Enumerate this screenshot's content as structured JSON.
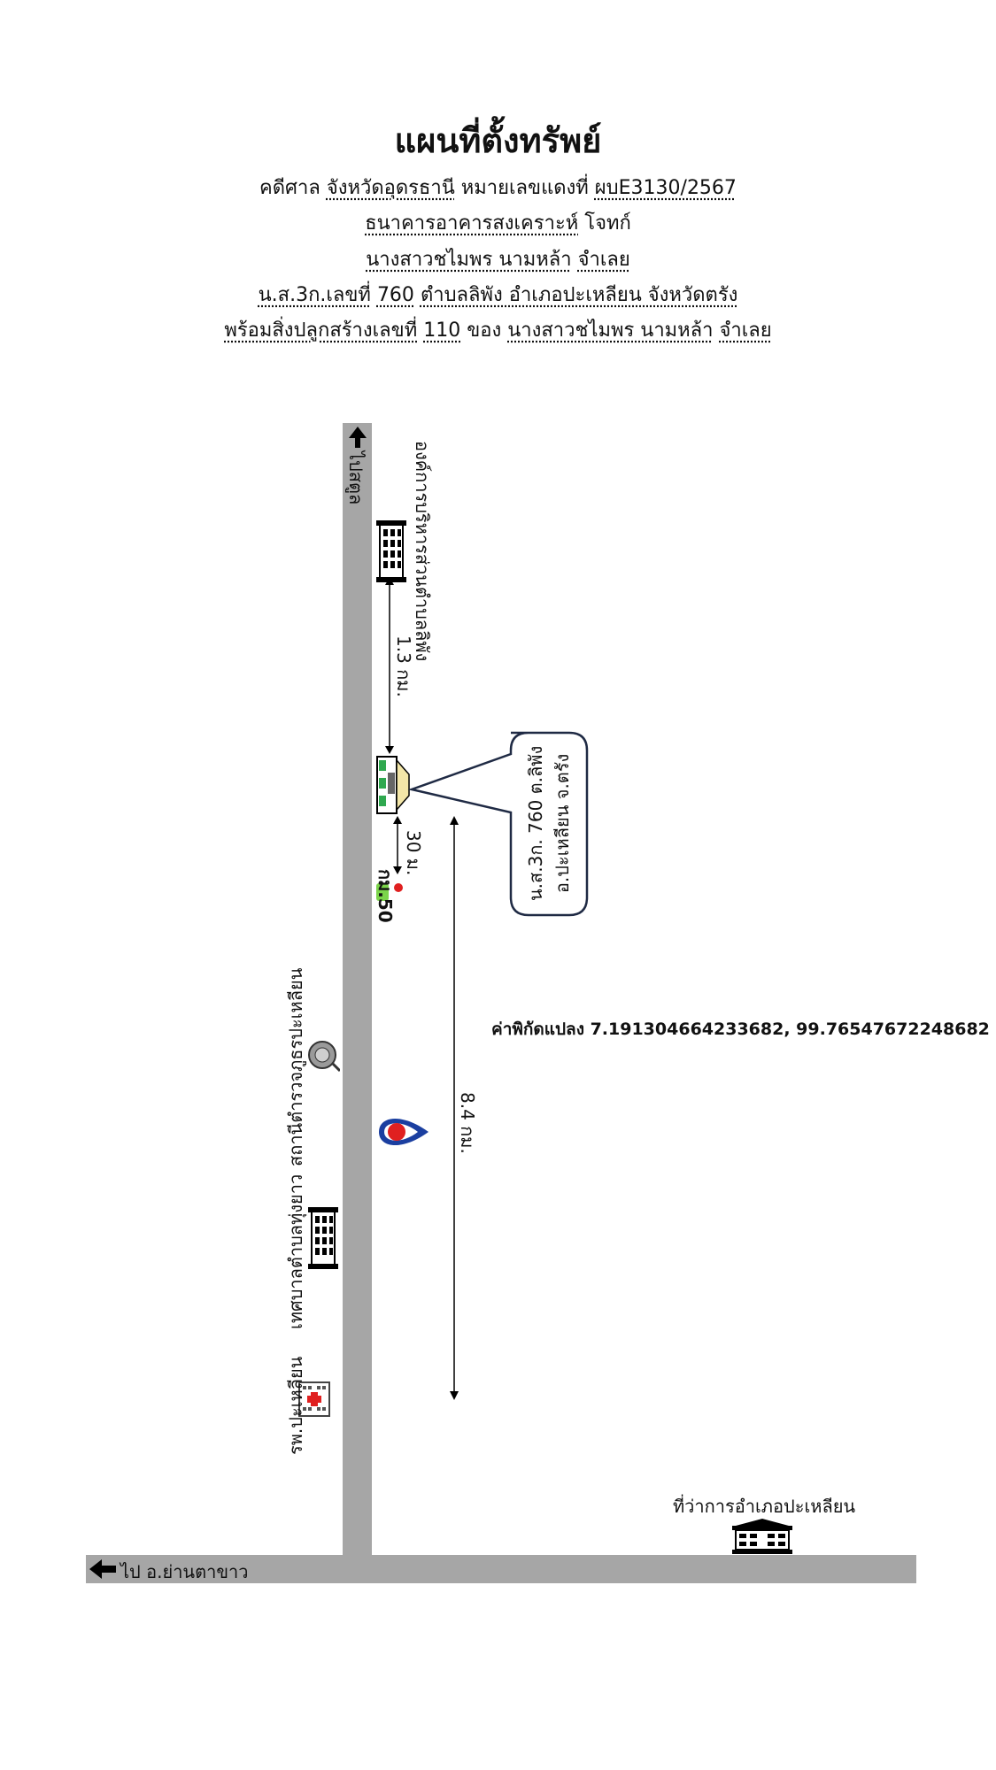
{
  "header": {
    "title": "แผนที่ตั้งทรัพย์",
    "line1": {
      "prefix": "คดีศาล",
      "court": "จังหวัดอุดรธานี",
      "mid": "หมายเลขแดงที่",
      "case_no": "ผบE3130/2567"
    },
    "line2": {
      "plaintiff": "ธนาคารอาคารสงเคราะห์",
      "role": "โจทก์"
    },
    "line3": {
      "defendant": "นางสาวชไมพร นามหล้า",
      "role": "จำเลย"
    },
    "line4": {
      "prefix": "น.ส.3ก.เลขที่",
      "deed_no": "760",
      "location": "ตำบลลิพัง  อำเภอปะเหลียน  จังหวัดตรัง"
    },
    "line5": {
      "prefix": "พร้อมสิ่งปลูกสร้างเลขที่",
      "house_no": "110",
      "owner_prefix": "ของ",
      "owner": "นางสาวชไมพร นามหล้า",
      "role": "จำเลย"
    }
  },
  "map": {
    "road_top_label": "ไปสตูล",
    "road_left_label": "ไป อ.ย่านตาขาว",
    "landmarks": {
      "sao_office": "องค์การบริหารส่วนตำบลลิพัง",
      "police": "สถานีตำรวจภูธรปะเหลียน",
      "municipality": "เทศบาลตำบลทุ่งยาว",
      "hospital": "รพ.ปะเหลียน",
      "district_office": "ที่ว่าการอำเภอปะเหลียน",
      "km_marker": "กม.50"
    },
    "distances": {
      "to_sao": "1.3 กม.",
      "to_km_marker": "30 ม.",
      "to_district": "8.4 กม."
    },
    "callout": {
      "line1": "น.ส.3ก. 760 ต.ลิพัง",
      "line2": "อ.ปะเหลียน จ.ตรัง"
    },
    "coordinates": "ค่าพิกัดแปลง 7.191304664233682, 99.76547672248682"
  },
  "icons": {
    "arrow_up": "arrow-up-icon",
    "arrow_left": "arrow-left-icon",
    "building": "building-icon",
    "house": "house-icon",
    "police": "police-emblem-icon",
    "ptt": "gas-station-icon",
    "hospital": "hospital-icon"
  },
  "colors": {
    "road": "#a6a6a6",
    "callout_border": "#1f2a44",
    "ptt_blue": "#1b3fa0",
    "ptt_red": "#e02020"
  }
}
